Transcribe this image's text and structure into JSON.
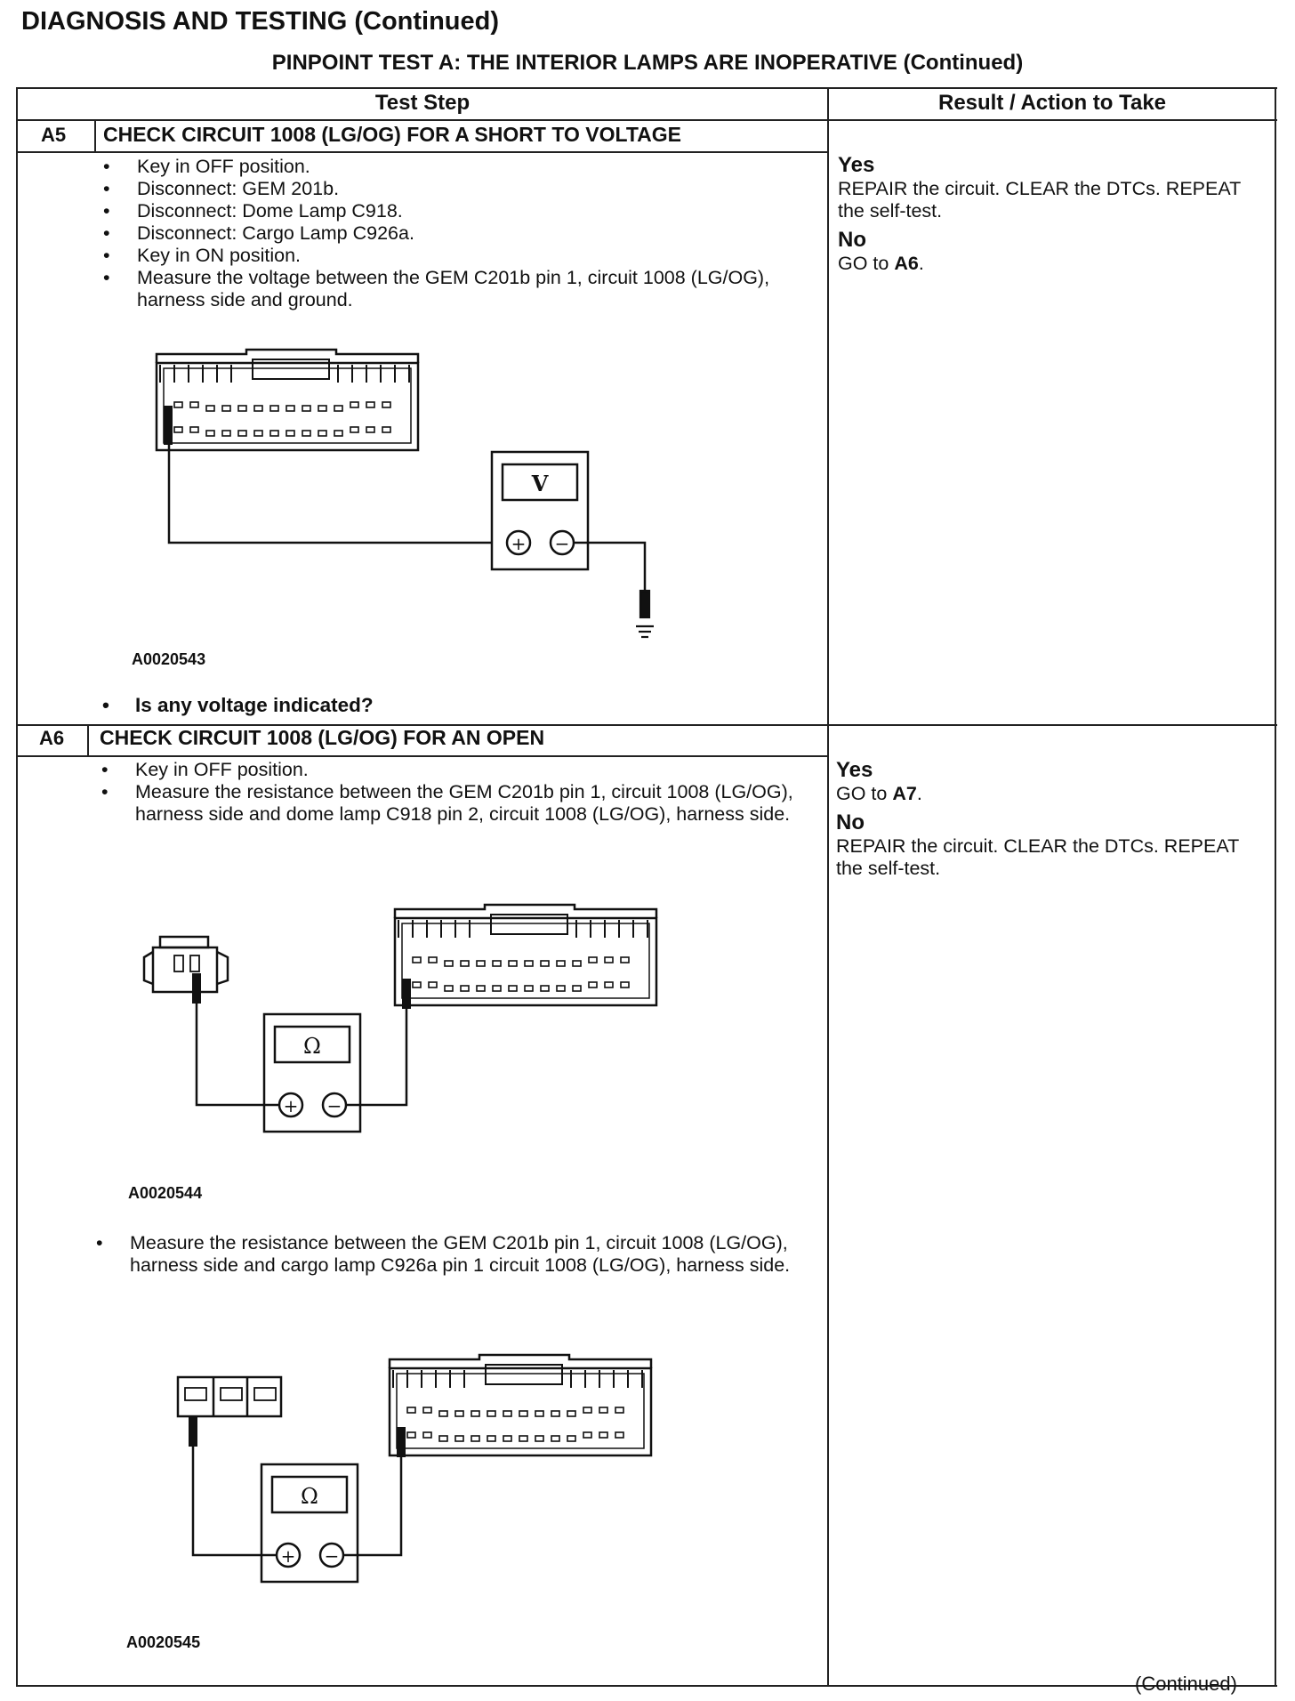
{
  "page_title": "DIAGNOSIS AND TESTING (Continued)",
  "pinpoint_title": "PINPOINT TEST  A: THE INTERIOR LAMPS ARE INOPERATIVE (Continued)",
  "headers": {
    "test_step": "Test Step",
    "result": "Result / Action to Take"
  },
  "steps": [
    {
      "id": "A5",
      "title": "CHECK CIRCUIT 1008 (LG/OG) FOR A SHORT TO VOLTAGE",
      "bullets": [
        "Key in OFF position.",
        "Disconnect: GEM 201b.",
        "Disconnect: Dome Lamp C918.",
        "Disconnect: Cargo Lamp C926a.",
        "Key in ON position.",
        "Measure the voltage between the GEM C201b pin 1, circuit 1008 (LG/OG), harness side and ground."
      ],
      "figure_id": "A0020543",
      "meter_symbol": "V",
      "question": "Is any voltage indicated?",
      "yes_label": "Yes",
      "yes_text": "REPAIR the circuit. CLEAR the DTCs. REPEAT the self-test.",
      "no_label": "No",
      "no_prefix": "GO to ",
      "no_target": "A6",
      "no_suffix": "."
    },
    {
      "id": "A6",
      "title": "CHECK CIRCUIT 1008 (LG/OG) FOR AN OPEN",
      "bullets": [
        "Key in OFF position.",
        "Measure the resistance between the GEM C201b pin 1, circuit 1008 (LG/OG), harness side and dome lamp C918 pin 2, circuit 1008 (LG/OG), harness side."
      ],
      "figure_id": "A0020544",
      "meter_symbol": "Ω",
      "bullet_2": "Measure the resistance between the GEM C201b pin 1, circuit 1008 (LG/OG), harness side and cargo lamp C926a pin 1 circuit 1008 (LG/OG), harness side.",
      "figure_id_2": "A0020545",
      "meter_symbol_2": "Ω",
      "yes_label": "Yes",
      "yes_prefix": "GO to ",
      "yes_target": "A7",
      "yes_suffix": ".",
      "no_label": "No",
      "no_text": "REPAIR the circuit. CLEAR the DTCs. REPEAT the self-test."
    }
  ],
  "continued": "(Continued)",
  "meter_plus": "+",
  "meter_minus": "−"
}
